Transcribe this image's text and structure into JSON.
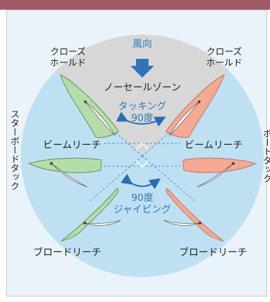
{
  "colors": {
    "header_bar": "#a05a67",
    "frame_bg": "#e9f3f9",
    "circle": "#bfe0f3",
    "no_sail_zone": "#d7d7d7",
    "wind_arrow": "#2f74b5",
    "starboard_hull": "#b6dcab",
    "port_hull": "#f4a994",
    "angle_arrow": "#2b6cb3"
  },
  "labels": {
    "wind_direction": "風向",
    "close_hauled_left": "クローズ\nホールド",
    "close_hauled_right": "クローズ\nホールド",
    "no_sail_zone": "ノーセールゾーン",
    "tacking": "タッキング\n90度",
    "beam_reach_left": "ビームリーチ",
    "beam_reach_right": "ビームリーチ",
    "gybing": "90度\nジャイビング",
    "broad_reach_left": "ブロードリーチ",
    "broad_reach_right": "ブロードリーチ",
    "starboard_tack": "スターボードタック",
    "port_tack": "ポートタック"
  },
  "icons": {
    "wind": "down-arrow-icon",
    "tack_angle": "curved-double-arrow-icon",
    "gybe_angle": "curved-double-arrow-icon"
  }
}
